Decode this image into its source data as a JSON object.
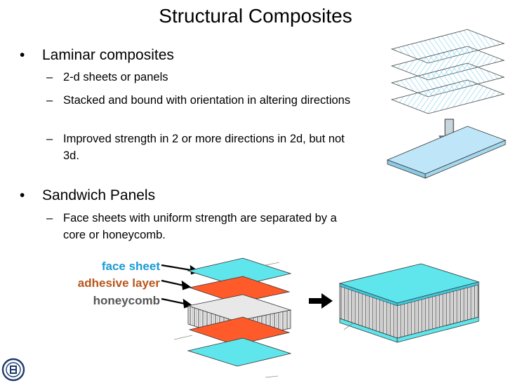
{
  "slide": {
    "title": "Structural Composites",
    "bullets": [
      {
        "label": "Laminar composites",
        "subs": [
          "2-d sheets or panels",
          "Stacked and bound with orientation in altering directions",
          "Improved strength in 2 or more directions in 2d, but not 3d."
        ]
      },
      {
        "label": "Sandwich Panels",
        "subs": [
          "Face sheets with uniform strength are separated by a core or honeycomb."
        ]
      }
    ],
    "diagram_labels": {
      "face_sheet": "face sheet",
      "adhesive_layer": "adhesive layer",
      "honeycomb": "honeycomb"
    },
    "colors": {
      "face_sheet": "#1a9ad6",
      "adhesive_layer": "#b8561c",
      "honeycomb": "#555555",
      "panel_fill": "#bfe6f8",
      "face_fill": "#5fe6ec",
      "adhesive_fill": "#ff5a2a"
    },
    "icons": [
      "bullet-icon",
      "dash-icon",
      "down-arrow-icon",
      "right-arrow-icon",
      "university-seal-icon"
    ]
  }
}
